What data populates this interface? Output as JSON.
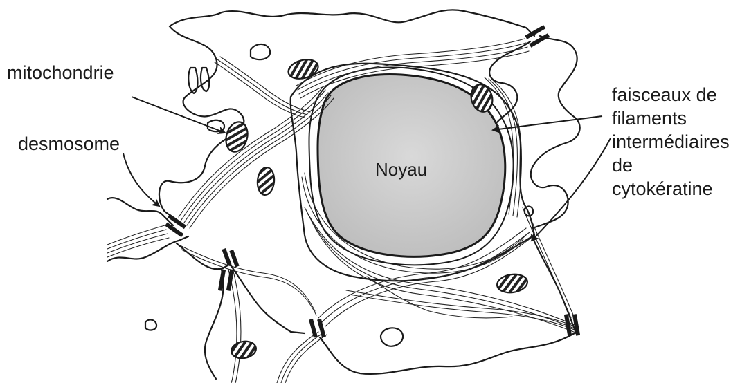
{
  "labels": {
    "mitochondrie": "mitochondrie",
    "desmosome": "desmosome",
    "noyau": "Noyau",
    "filaments": [
      "faisceaux de",
      "filaments",
      "intermédiaires",
      "de",
      "cytokératine"
    ]
  },
  "colors": {
    "ink": "#1a1a1a",
    "nucleus_fill": "#c8c8c8",
    "background": "#ffffff"
  }
}
